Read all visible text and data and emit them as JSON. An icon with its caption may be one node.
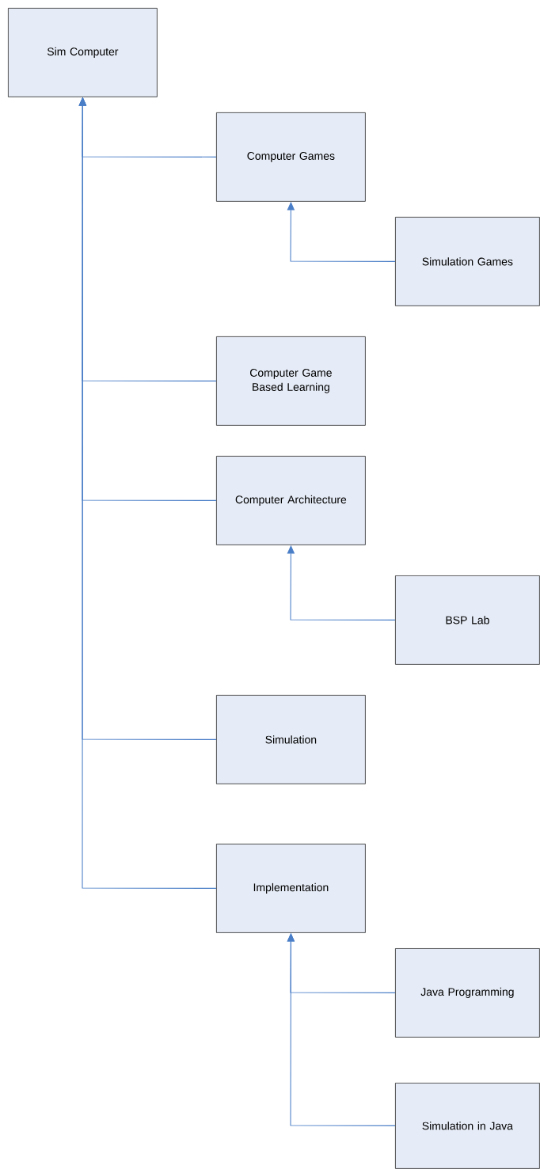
{
  "diagram": {
    "nodes": [
      {
        "text": [
          "Sim Computer"
        ]
      },
      {
        "text": [
          "Computer Games"
        ]
      },
      {
        "text": [
          "Simulation Games"
        ]
      },
      {
        "text": [
          "Computer Game Based Learning"
        ]
      },
      {
        "text": [
          "Computer Architecture"
        ]
      },
      {
        "text": [
          "BSP Lab"
        ]
      },
      {
        "text": [
          "Simulation"
        ]
      },
      {
        "text": [
          "Implementation"
        ]
      },
      {
        "text": [
          "Java Programming"
        ]
      },
      {
        "text": [
          "Simulation in Java"
        ]
      }
    ],
    "edges": [
      {
        "from": 1,
        "to": 0,
        "arrow": "to"
      },
      {
        "from": 2,
        "to": 1,
        "arrow": "to"
      },
      {
        "from": 3,
        "to": 0,
        "arrow": "to"
      },
      {
        "from": 4,
        "to": 0,
        "arrow": "to"
      },
      {
        "from": 5,
        "to": 4,
        "arrow": "to"
      },
      {
        "from": 6,
        "to": 0,
        "arrow": "to"
      },
      {
        "from": 7,
        "to": 0,
        "arrow": "to"
      },
      {
        "from": 8,
        "to": 7,
        "arrow": "to"
      },
      {
        "from": 9,
        "to": 7,
        "arrow": "to"
      }
    ]
  }
}
